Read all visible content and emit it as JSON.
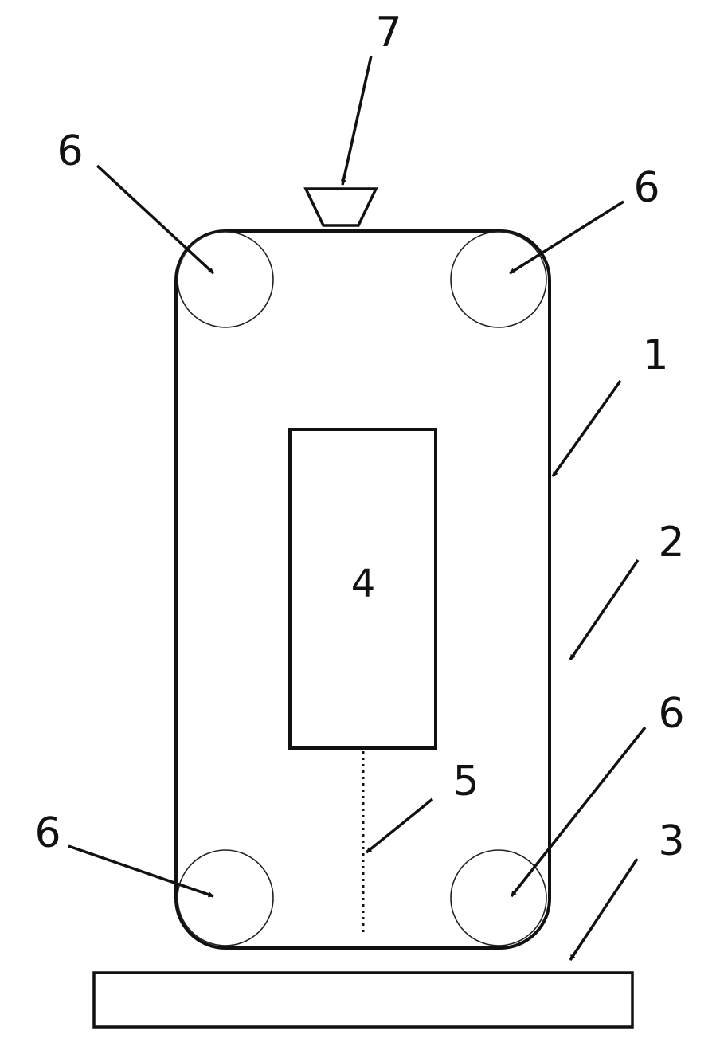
{
  "labels": {
    "belt": "1",
    "space": "2",
    "base": "3",
    "box": "4",
    "dotted_line": "5",
    "roller": "6",
    "nozzle": "7"
  }
}
